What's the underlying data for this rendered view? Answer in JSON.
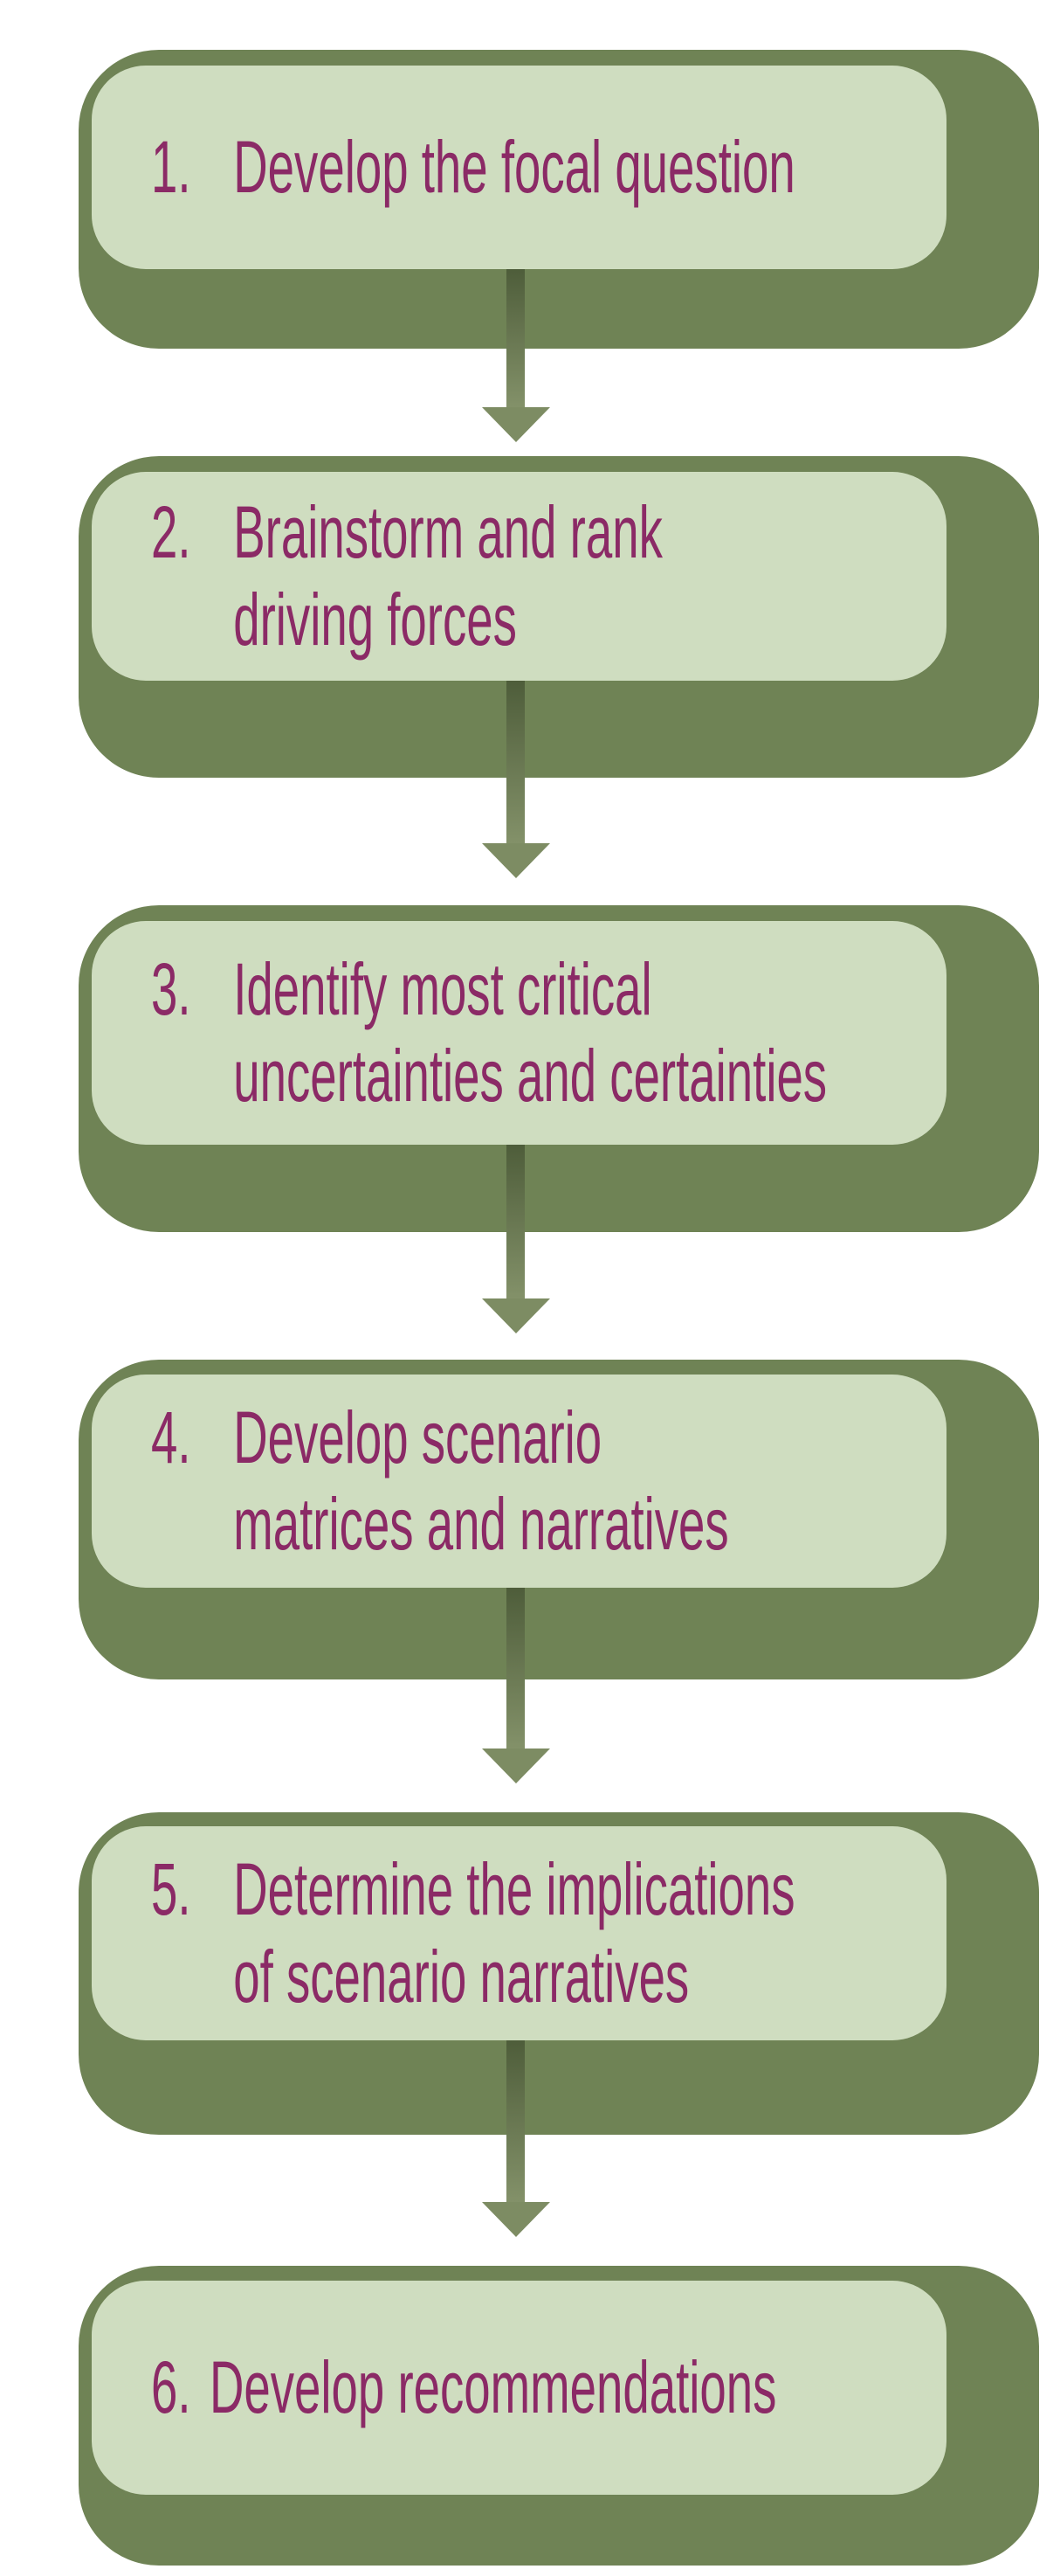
{
  "diagram": {
    "type": "flowchart",
    "direction": "top-to-bottom",
    "step_count": 6
  },
  "colors": {
    "background": "#FFFFFF",
    "box_fill": "#CFDDC0",
    "box_shadow": "#6F8355",
    "text": "#8B2A66",
    "arrow_head": "#7D8C63",
    "arrow_stem_top": "#4E5D3A",
    "arrow_stem_bottom": "#839169"
  },
  "steps": [
    {
      "number": "1.",
      "lines": [
        "Develop the focal question"
      ]
    },
    {
      "number": "2.",
      "lines": [
        "Brainstorm and rank",
        "driving forces"
      ]
    },
    {
      "number": "3.",
      "lines": [
        "Identify most critical",
        "uncertainties and certainties"
      ]
    },
    {
      "number": "4.",
      "lines": [
        "Develop scenario",
        "matrices and narratives"
      ]
    },
    {
      "number": "5.",
      "lines": [
        "Determine the implications",
        "of scenario narratives"
      ]
    },
    {
      "number": "6.",
      "lines": [
        "Develop recommendations"
      ]
    }
  ]
}
